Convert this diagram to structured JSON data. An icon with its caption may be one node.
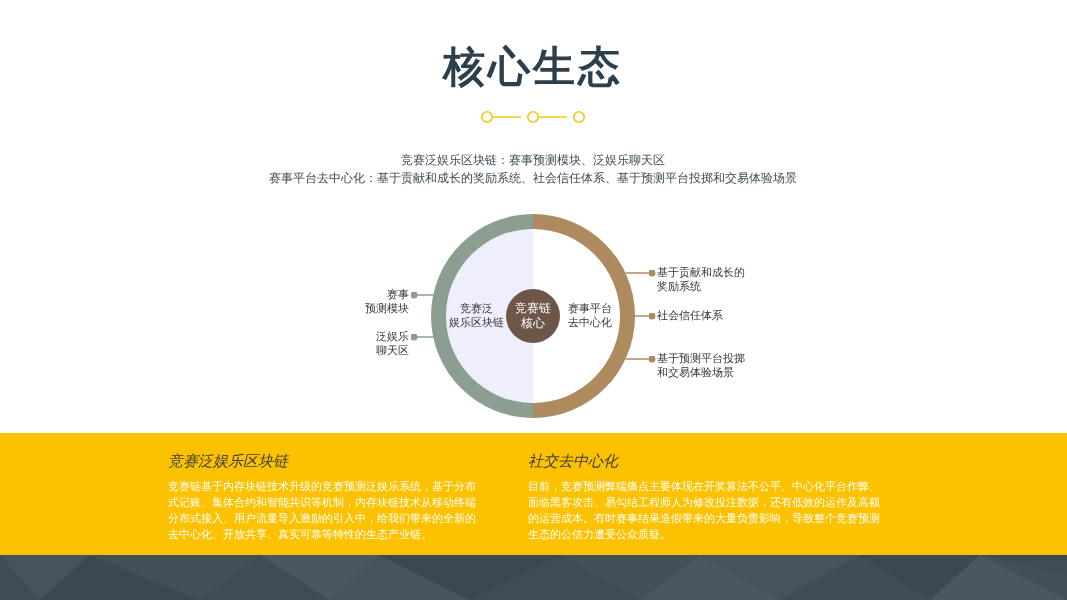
{
  "diagram": {
    "title": "核心生态",
    "nodes": [
      {
        "text": [
          "竞赛泛娱乐区块链"
        ]
      },
      {
        "text": [
          "赛事平台去中心化"
        ]
      },
      {
        "text": [
          "竞赛链核心"
        ]
      },
      {
        "text": [
          "赛事预测模块"
        ]
      },
      {
        "text": [
          "泛娱乐聊天区"
        ]
      },
      {
        "text": [
          "基于贡献和成长的奖励系统"
        ]
      },
      {
        "text": [
          "社会信任体系"
        ]
      },
      {
        "text": [
          "基于预测平台投掷和交易体验场景"
        ]
      },
      {
        "text": [
          "竞赛泛娱乐区块链",
          "竞赛链基于内存块链技术升级的竞赛预测泛娱乐系统，基于分布式记账、集体合约和智能共识等机制，内存块链技术从移动终端分布式接入、用户流量导入激励的引入中，给我们带来的全新的去中心化、开放共享、真实可靠等特性的生态产业链。",
          "社交去中心化",
          "目前，竞赛预测弊端痛点主要体现在开奖算法不公平、中心化平台作弊、面临黑客攻击、易勾结工程师人为修改投注数据，还有低效的运作及高额的运营成本。有时赛事结果造假带来的大量负责影响，导致整个竞赛预测生态的公信力遭受公众质疑。"
        ]
      }
    ],
    "edges": [
      {
        "from": 3,
        "to": 0,
        "arrow": "other",
        "color": "#8c9e92"
      },
      {
        "from": 4,
        "to": 0,
        "arrow": "other",
        "color": "#8c9e92"
      },
      {
        "from": 5,
        "to": 1,
        "arrow": "other"
      },
      {
        "from": 6,
        "to": 1,
        "arrow": "other"
      },
      {
        "from": 7,
        "to": 1,
        "arrow": "other"
      }
    ],
    "labels": [
      "竞赛泛娱乐区块链：赛事预测模块、泛娱乐聊天区",
      "赛事平台去中心化：基于贡献和成长的奖励系统、社会信任体系、基于预测平台投掷和交易体验场景"
    ]
  }
}
